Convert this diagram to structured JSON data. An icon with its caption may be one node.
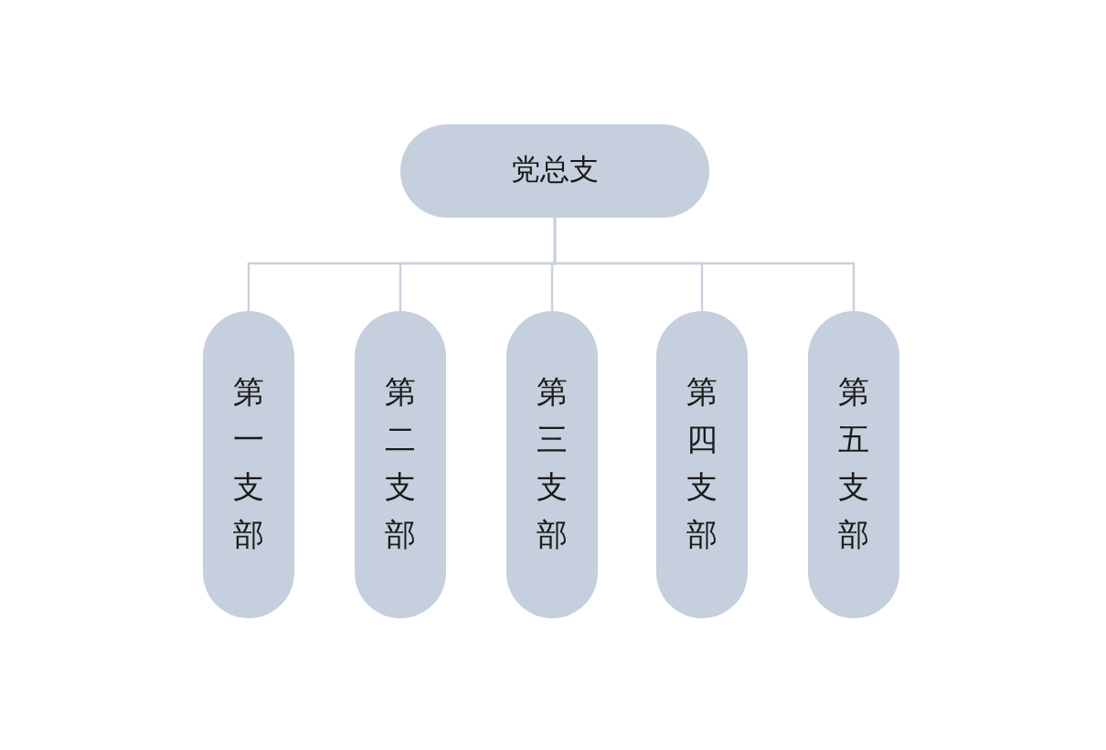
{
  "diagram": {
    "nodes": [
      {
        "text": [
          "党总支"
        ]
      },
      {
        "text": [
          "第一支部"
        ]
      },
      {
        "text": [
          "第二支部"
        ]
      },
      {
        "text": [
          "第三支部"
        ]
      },
      {
        "text": [
          "第四支部"
        ]
      },
      {
        "text": [
          "第五支部"
        ]
      }
    ],
    "edges": [
      {
        "from": 0,
        "to": 1,
        "arrow": "none"
      },
      {
        "from": 0,
        "to": 2,
        "arrow": "none"
      },
      {
        "from": 0,
        "to": 3,
        "arrow": "none"
      },
      {
        "from": 0,
        "to": 4,
        "arrow": "none"
      },
      {
        "from": 0,
        "to": 5,
        "arrow": "none"
      }
    ]
  }
}
